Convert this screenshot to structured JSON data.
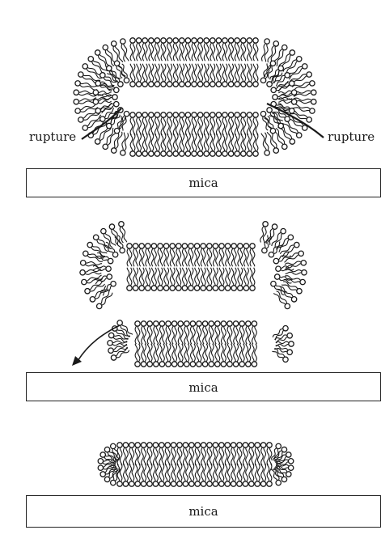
{
  "panels": [
    {
      "substrate_label": "mica",
      "annotations": [
        "rupture",
        "rupture"
      ]
    },
    {
      "substrate_label": "mica"
    },
    {
      "substrate_label": "mica"
    }
  ],
  "colors": {
    "ink": "#1a1a1a",
    "head_fill": "#ffffff",
    "background": "#ffffff"
  }
}
